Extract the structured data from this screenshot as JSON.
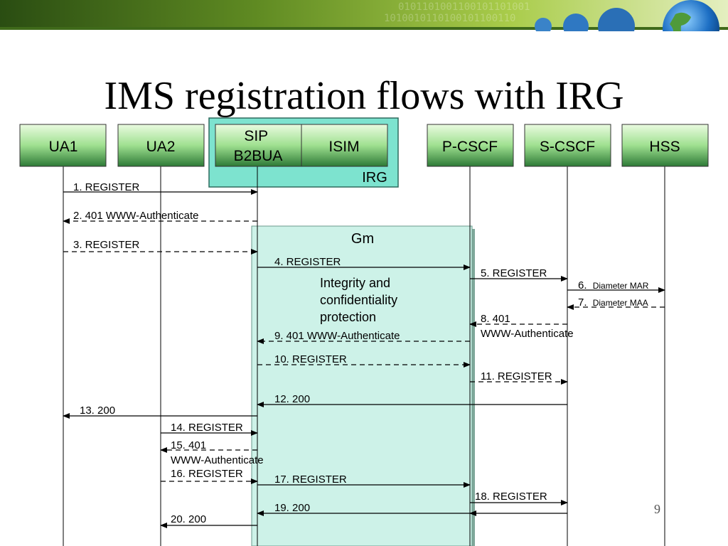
{
  "title": "IMS registration flows with IRG",
  "slide_number": "9",
  "colors": {
    "entity_top": "#eafbe0",
    "entity_bottom": "#2d7a36",
    "group_fill": "#7de3cf",
    "group_stroke": "#2e6b5e",
    "gm_fill": "#cdf2e8",
    "banner_dark": "#2a4d12",
    "banner_light": "#9bc240"
  },
  "entities": {
    "ua1": "UA1",
    "ua2": "UA2",
    "sip_b2bua_line1": "SIP",
    "sip_b2bua_line2": "B2BUA",
    "isim": "ISIM",
    "pcscf": "P-CSCF",
    "scscf": "S-CSCF",
    "hss": "HSS"
  },
  "labels": {
    "irg": "IRG",
    "gm": "Gm",
    "protection": [
      "Integrity and",
      "confidentiality",
      "protection"
    ]
  },
  "messages": [
    {
      "id": "m1",
      "text": "1. REGISTER"
    },
    {
      "id": "m2",
      "text": "2. 401 WWW-Authenticate"
    },
    {
      "id": "m3",
      "text": "3. REGISTER"
    },
    {
      "id": "m4",
      "text": "4. REGISTER"
    },
    {
      "id": "m5",
      "text": "5. REGISTER"
    },
    {
      "id": "m6",
      "num": "6.",
      "text": "Diameter MAR"
    },
    {
      "id": "m7",
      "num": "7.",
      "text": "Diameter MAA"
    },
    {
      "id": "m8",
      "lines": [
        "8. 401",
        "WWW-Authenticate"
      ]
    },
    {
      "id": "m9",
      "text": "9. 401 WWW-Authenticate"
    },
    {
      "id": "m10",
      "text": "10. REGISTER"
    },
    {
      "id": "m11",
      "text": "11. REGISTER"
    },
    {
      "id": "m12",
      "text": "12. 200"
    },
    {
      "id": "m13",
      "text": "13. 200"
    },
    {
      "id": "m14",
      "text": "14. REGISTER"
    },
    {
      "id": "m15",
      "lines": [
        "15. 401",
        "WWW-Authenticate"
      ]
    },
    {
      "id": "m16",
      "text": "16. REGISTER"
    },
    {
      "id": "m17",
      "text": "17. REGISTER"
    },
    {
      "id": "m18",
      "text": "18. REGISTER"
    },
    {
      "id": "m19",
      "text": "19. 200"
    },
    {
      "id": "m20",
      "text": "20. 200"
    }
  ]
}
